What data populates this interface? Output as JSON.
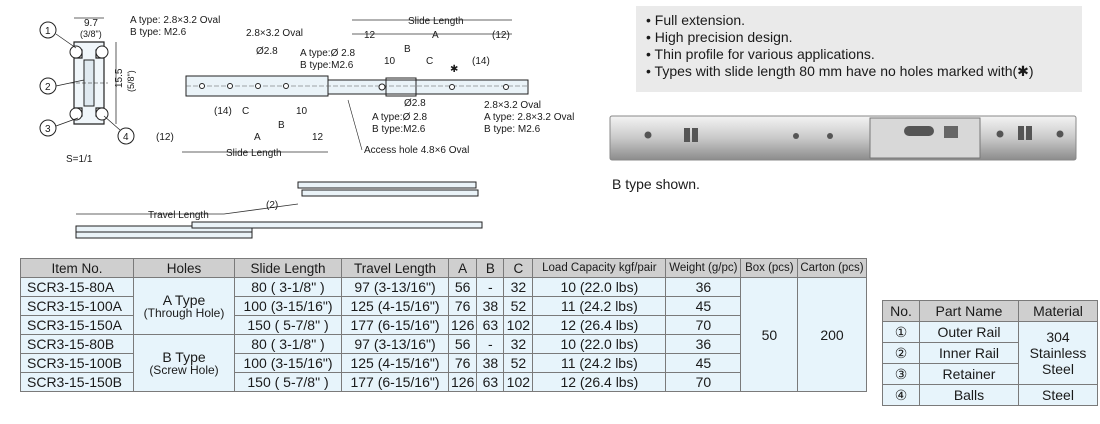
{
  "features": [
    "Full extension.",
    "High precision design.",
    "Thin profile for various applications.",
    "Types with slide length 80 mm have no holes marked with(✱)"
  ],
  "photo_caption": "B type shown.",
  "drawing": {
    "cross_section": {
      "dim_width": "9.7",
      "dim_width_in": "(3/8\")",
      "dim_height": "15.5",
      "dim_height_in": "(5/8\")",
      "hole_a": "A type: 2.8×3.2 Oval",
      "hole_b": "B type: M2.6",
      "scale": "S=1/1",
      "callouts": [
        "1",
        "2",
        "3",
        "4"
      ]
    },
    "rail": {
      "slide_length": "Slide Length",
      "dim_12": "12",
      "dim_A": "A",
      "dim_B": "B",
      "dim_C": "C",
      "dim_10": "10",
      "dim_14": "(14)",
      "dim_12p": "(12)",
      "star": "✱",
      "oval_2832": "2.8×3.2 Oval",
      "d28": "Ø2.8",
      "a_type_d28": "A type:Ø 2.8",
      "b_type_m26": "B type:M2.6",
      "a_type_oval": "A type: 2.8×3.2 Oval",
      "b_type_m26b": "B type: M2.6",
      "access_hole": "Access hole 4.8×6 Oval"
    },
    "travel": {
      "label": "Travel Length",
      "dim_2": "(2)"
    }
  },
  "spec_table": {
    "headers": [
      "Item No.",
      "Holes",
      "Slide Length",
      "Travel Length",
      "A",
      "B",
      "C",
      "Load Capacity kgf/pair",
      "Weight (g/pc)",
      "Box (pcs)",
      "Carton (pcs)"
    ],
    "hole_groups": [
      {
        "name": "A Type",
        "sub": "(Through Hole)"
      },
      {
        "name": "B Type",
        "sub": "(Screw Hole)"
      }
    ],
    "rows": [
      {
        "item": "SCR3-15-80A",
        "slide": "80 (  3-1/8\" )",
        "travel": "97 (3-13/16\")",
        "a": "56",
        "b": "-",
        "c": "32",
        "load": "10 (22.0 lbs)",
        "weight": "36"
      },
      {
        "item": "SCR3-15-100A",
        "slide": "100 (3-15/16\")",
        "travel": "125 (4-15/16\")",
        "a": "76",
        "b": "38",
        "c": "52",
        "load": "11 (24.2 lbs)",
        "weight": "45"
      },
      {
        "item": "SCR3-15-150A",
        "slide": "150 (  5-7/8\" )",
        "travel": "177 (6-15/16\")",
        "a": "126",
        "b": "63",
        "c": "102",
        "load": "12 (26.4 lbs)",
        "weight": "70"
      },
      {
        "item": "SCR3-15-80B",
        "slide": "80 (  3-1/8\" )",
        "travel": "97 (3-13/16\")",
        "a": "56",
        "b": "-",
        "c": "32",
        "load": "10 (22.0 lbs)",
        "weight": "36"
      },
      {
        "item": "SCR3-15-100B",
        "slide": "100 (3-15/16\")",
        "travel": "125 (4-15/16\")",
        "a": "76",
        "b": "38",
        "c": "52",
        "load": "11 (24.2 lbs)",
        "weight": "45"
      },
      {
        "item": "SCR3-15-150B",
        "slide": "150 ( 5-7/8\" )",
        "travel": "177 (6-15/16\")",
        "a": "126",
        "b": "63",
        "c": "102",
        "load": "12 (26.4 lbs)",
        "weight": "70"
      }
    ],
    "box": "50",
    "carton": "200"
  },
  "parts_table": {
    "headers": [
      "No.",
      "Part Name",
      "Material"
    ],
    "rows": [
      {
        "no": "①",
        "name": "Outer Rail"
      },
      {
        "no": "②",
        "name": "Inner Rail"
      },
      {
        "no": "③",
        "name": "Retainer"
      },
      {
        "no": "④",
        "name": "Balls"
      }
    ],
    "material_steel_304": "304 Stainless Steel",
    "material_steel": "Steel"
  }
}
